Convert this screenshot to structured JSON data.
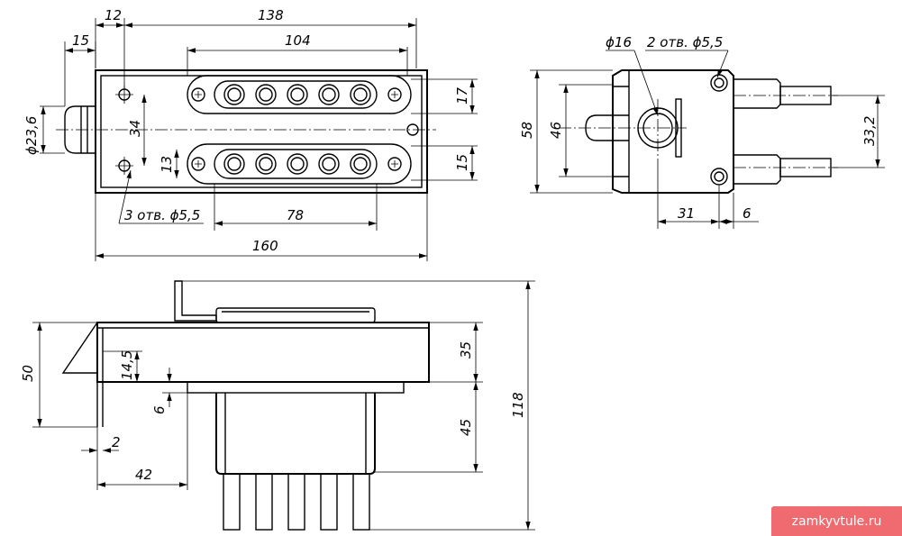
{
  "dimensions": {
    "front": {
      "d12": "12",
      "d138": "138",
      "d104": "104",
      "d15_left": "15",
      "d23_6": "ϕ23,6",
      "d34": "34",
      "d17": "17",
      "d13": "13",
      "d15_right": "15",
      "holes3": "3 отв. ϕ5,5",
      "d78": "78",
      "d160": "160"
    },
    "side": {
      "d16": "ϕ16",
      "holes2": "2 отв. ϕ5,5",
      "d58": "58",
      "d46": "46",
      "d33_2": "33,2",
      "d31": "31",
      "d6": "6"
    },
    "bottom": {
      "d50": "50",
      "d14_5": "14,5",
      "d6": "6",
      "d2": "2",
      "d42": "42",
      "d35": "35",
      "d45": "45",
      "d118": "118"
    }
  },
  "watermark": "zamkyvtule.ru"
}
